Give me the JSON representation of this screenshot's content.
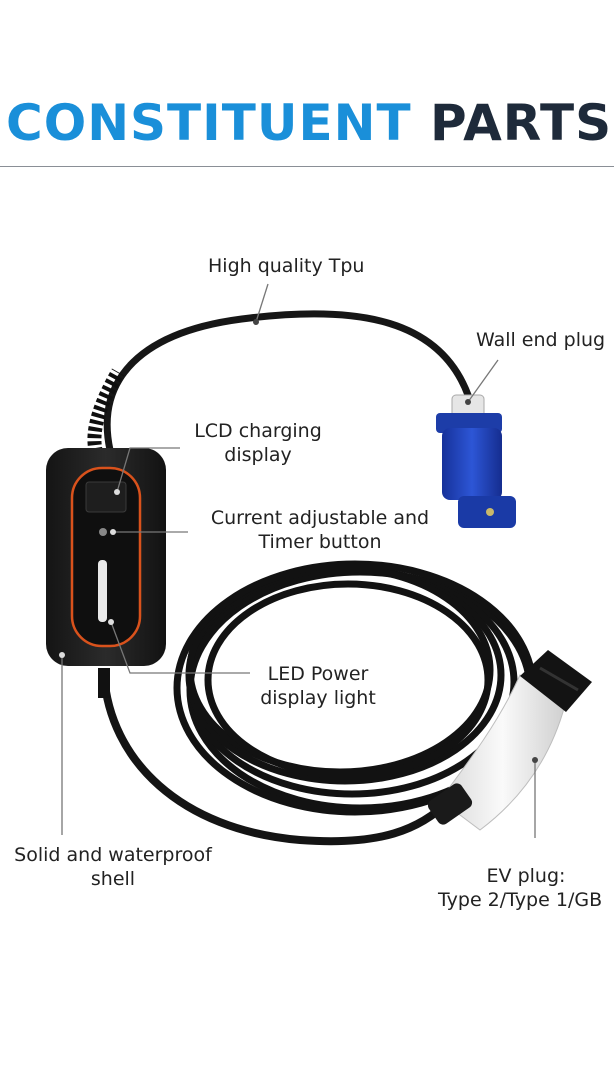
{
  "heading": {
    "part1": "CONSTITUENT",
    "part2": "PARTS"
  },
  "labels": {
    "tpu": "High quality Tpu",
    "wall_plug": "Wall end plug",
    "lcd_line1": "LCD charging",
    "lcd_line2": "display",
    "button_line1": "Current adjustable and",
    "button_line2": "Timer button",
    "led_line1": "LED Power",
    "led_line2": "display light",
    "shell_line1": "Solid and waterproof",
    "shell_line2": "shell",
    "ev_line1": "EV plug:",
    "ev_line2": "Type 2/Type 1/GB"
  },
  "colors": {
    "heading_blue": "#1a8fd9",
    "heading_dark": "#1e2a3a",
    "plug_blue": "#1f43b8",
    "ring_orange": "#d9521c"
  }
}
